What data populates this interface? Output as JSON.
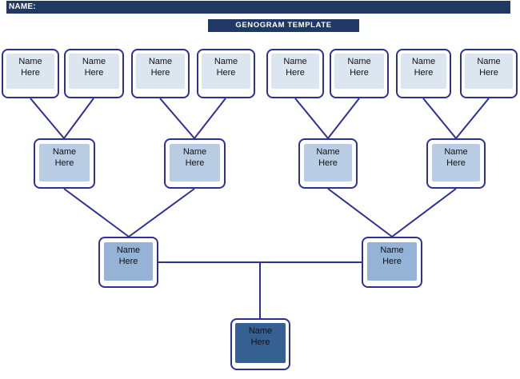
{
  "header": {
    "name_label": "NAME:"
  },
  "title": {
    "text": "GENOGRAM TEMPLATE"
  },
  "colors": {
    "bar_bg": "#1f3864",
    "title_bg": "#1f3864",
    "header_text": "#ffffff",
    "border": "#2e3194",
    "line": "#2e3194",
    "gen1_fill": "#dce6f1",
    "gen2_fill": "#b8cce4",
    "gen3_fill": "#95b3d7",
    "gen4_fill": "#376092",
    "text": "#111111"
  },
  "diagram": {
    "generations": [
      {
        "level": 1,
        "role": "great-grandparents",
        "boxes": [
          {
            "label": "Name\nHere"
          },
          {
            "label": "Name\nHere"
          },
          {
            "label": "Name\nHere"
          },
          {
            "label": "Name\nHere"
          },
          {
            "label": "Name\nHere"
          },
          {
            "label": "Name\nHere"
          },
          {
            "label": "Name\nHere"
          },
          {
            "label": "Name\nHere"
          }
        ]
      },
      {
        "level": 2,
        "role": "grandparents",
        "boxes": [
          {
            "label": "Name\nHere"
          },
          {
            "label": "Name\nHere"
          },
          {
            "label": "Name\nHere"
          },
          {
            "label": "Name\nHere"
          }
        ]
      },
      {
        "level": 3,
        "role": "parents",
        "boxes": [
          {
            "label": "Name\nHere"
          },
          {
            "label": "Name\nHere"
          }
        ]
      },
      {
        "level": 4,
        "role": "child",
        "boxes": [
          {
            "label": "Name\nHere"
          }
        ]
      }
    ]
  }
}
